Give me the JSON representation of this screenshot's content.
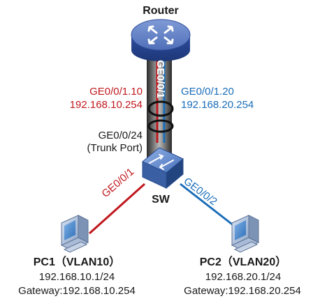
{
  "router": {
    "name": "Router"
  },
  "switch": {
    "name": "SW"
  },
  "link": {
    "label": "GE0/0/1"
  },
  "subif10": {
    "name": "GE0/0/1.10",
    "ip": "192.168.10.254",
    "color": "#c0181e"
  },
  "subif20": {
    "name": "GE0/0/1.20",
    "ip": "192.168.20.254",
    "color": "#1a6db8"
  },
  "trunk": {
    "port": "GE0/0/24",
    "mode": "(Trunk Port)"
  },
  "sw_port_pc1": "GE0/0/1",
  "sw_port_pc2": "GE0/0/2",
  "pc1": {
    "title": "PC1（VLAN10）",
    "ip": "192.168.10.1/24",
    "gateway": "Gateway:192.168.10.254",
    "icon": "pc-icon"
  },
  "pc2": {
    "title": "PC2（VLAN20）",
    "ip": "192.168.20.1/24",
    "gateway": "Gateway:192.168.20.254",
    "icon": "pc-icon"
  },
  "colors": {
    "vlan10": "#c0181e",
    "vlan20": "#1a6db8",
    "router": "#2e4d9c",
    "switch": "#3a64a8"
  }
}
